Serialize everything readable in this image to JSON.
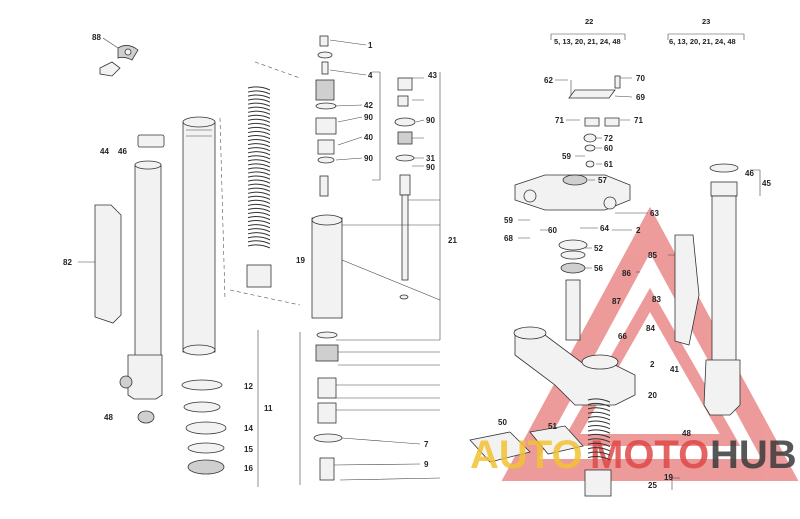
{
  "groups": {
    "g22": {
      "number": "22",
      "items": "5, 13, 20, 21, 24, 48"
    },
    "g23": {
      "number": "23",
      "items": "6, 13, 20, 21, 24, 48"
    }
  },
  "callouts": {
    "c88": "88",
    "c44": "44",
    "c46a": "46",
    "c82": "82",
    "c48a": "48",
    "c19a": "19",
    "c12": "12",
    "c11": "11",
    "c14": "14",
    "c15": "15",
    "c16": "16",
    "c1": "1",
    "c4": "4",
    "c42": "42",
    "c90a": "90",
    "c40": "40",
    "c90b": "90",
    "c43": "43",
    "c90c": "90",
    "c31": "31",
    "c90d": "90",
    "c21": "21",
    "c7": "7",
    "c9": "9",
    "c62": "62",
    "c70": "70",
    "c69": "69",
    "c71a": "71",
    "c71b": "71",
    "c72": "72",
    "c60a": "60",
    "c59a": "59",
    "c61": "61",
    "c57": "57",
    "c59b": "59",
    "c60b": "60",
    "c64": "64",
    "c2a": "2",
    "c63": "63",
    "c68": "68",
    "c52": "52",
    "c56": "56",
    "c85": "85",
    "c86": "86",
    "c87": "87",
    "c83": "83",
    "c66": "66",
    "c84": "84",
    "c2b": "2",
    "c41": "41",
    "c20": "20",
    "c48b": "48",
    "c50": "50",
    "c51": "51",
    "c19b": "19",
    "c25": "25",
    "c46b": "46",
    "c45": "45"
  },
  "watermark": {
    "auto": "AUTO",
    "moto": "MOTO",
    "hub": "HUB"
  },
  "colors": {
    "line": "#444444",
    "part": "#f2f2f2",
    "watermark_red": "#e04848",
    "watermark_yellow": "#f2c233",
    "watermark_dark": "#3a3a3a"
  }
}
